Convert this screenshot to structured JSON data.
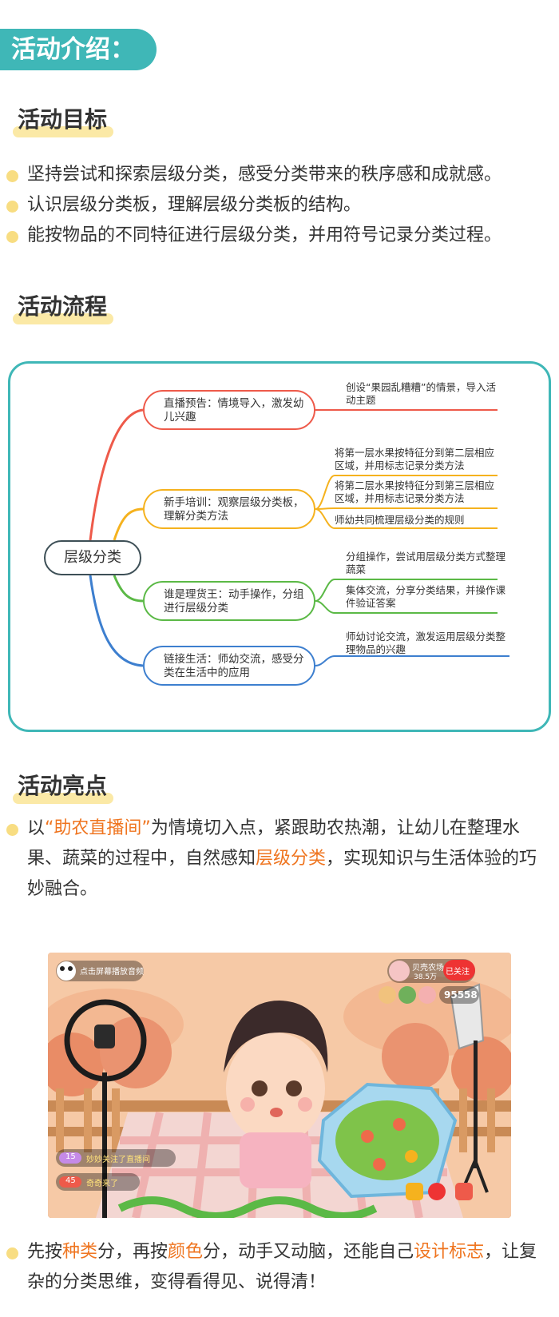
{
  "banner": {
    "title": "活动介绍："
  },
  "goals_section": {
    "title": "活动目标",
    "items": [
      "坚持尝试和探索层级分类，感受分类带来的秩序感和成就感。",
      "认识层级分类板，理解层级分类板的结构。",
      "能按物品的不同特征进行层级分类，并用符号记录分类过程。"
    ]
  },
  "flow_section": {
    "title": "活动流程",
    "root": "层级分类",
    "branches": [
      {
        "label": "直播预告：情境导入，激发幼儿兴趣",
        "color": "#ee5a4a",
        "leaves": [
          "创设“果园乱糟糟”的情景，导入活动主题"
        ]
      },
      {
        "label": "新手培训：观察层级分类板，理解分类方法",
        "color": "#f5b21e",
        "leaves": [
          "将第一层水果按特征分到第二层相应区域，并用标志记录分类方法",
          "将第二层水果按特征分到第三层相应区域，并用标志记录分类方法",
          "师幼共同梳理层级分类的规则"
        ]
      },
      {
        "label": "谁是理货王：动手操作，分组进行层级分类",
        "color": "#5bb946",
        "leaves": [
          "分组操作，尝试用层级分类方式整理蔬菜",
          "集体交流，分享分类结果，并操作课件验证答案"
        ]
      },
      {
        "label": "链接生活：师幼交流，感受分类在生活中的应用",
        "color": "#3d7fcf",
        "leaves": [
          "师幼讨论交流，激发运用层级分类整理物品的兴趣"
        ]
      }
    ]
  },
  "highlights_section": {
    "title": "活动亮点",
    "para1": {
      "p1": "以",
      "h1": "“助农直播间”",
      "p2": "为情境切入点，紧跟助农热潮，让幼儿在整理水果、蔬菜的过程中，自然感知",
      "h2": "层级分类",
      "p3": "，实现知识与生活体验的巧妙融合。"
    },
    "para2": {
      "p1": "先按",
      "h1": "种类",
      "p2": "分，再按",
      "h2": "颜色",
      "p3": "分，动手又动脑，还能自己",
      "h3": "设计标志",
      "p4": "，让复杂的分类思维，变得看得见、说得清！"
    }
  },
  "live_stream": {
    "hint": "点击屏幕播放音频",
    "host_name": "贝壳农场",
    "host_likes": "38.5万",
    "follow_label": "已关注",
    "viewer_count": "95558",
    "comment1_level": "15",
    "comment1_text": "妙妙关注了直播间",
    "comment2_level": "45",
    "comment2_text": "奇奇来了"
  }
}
